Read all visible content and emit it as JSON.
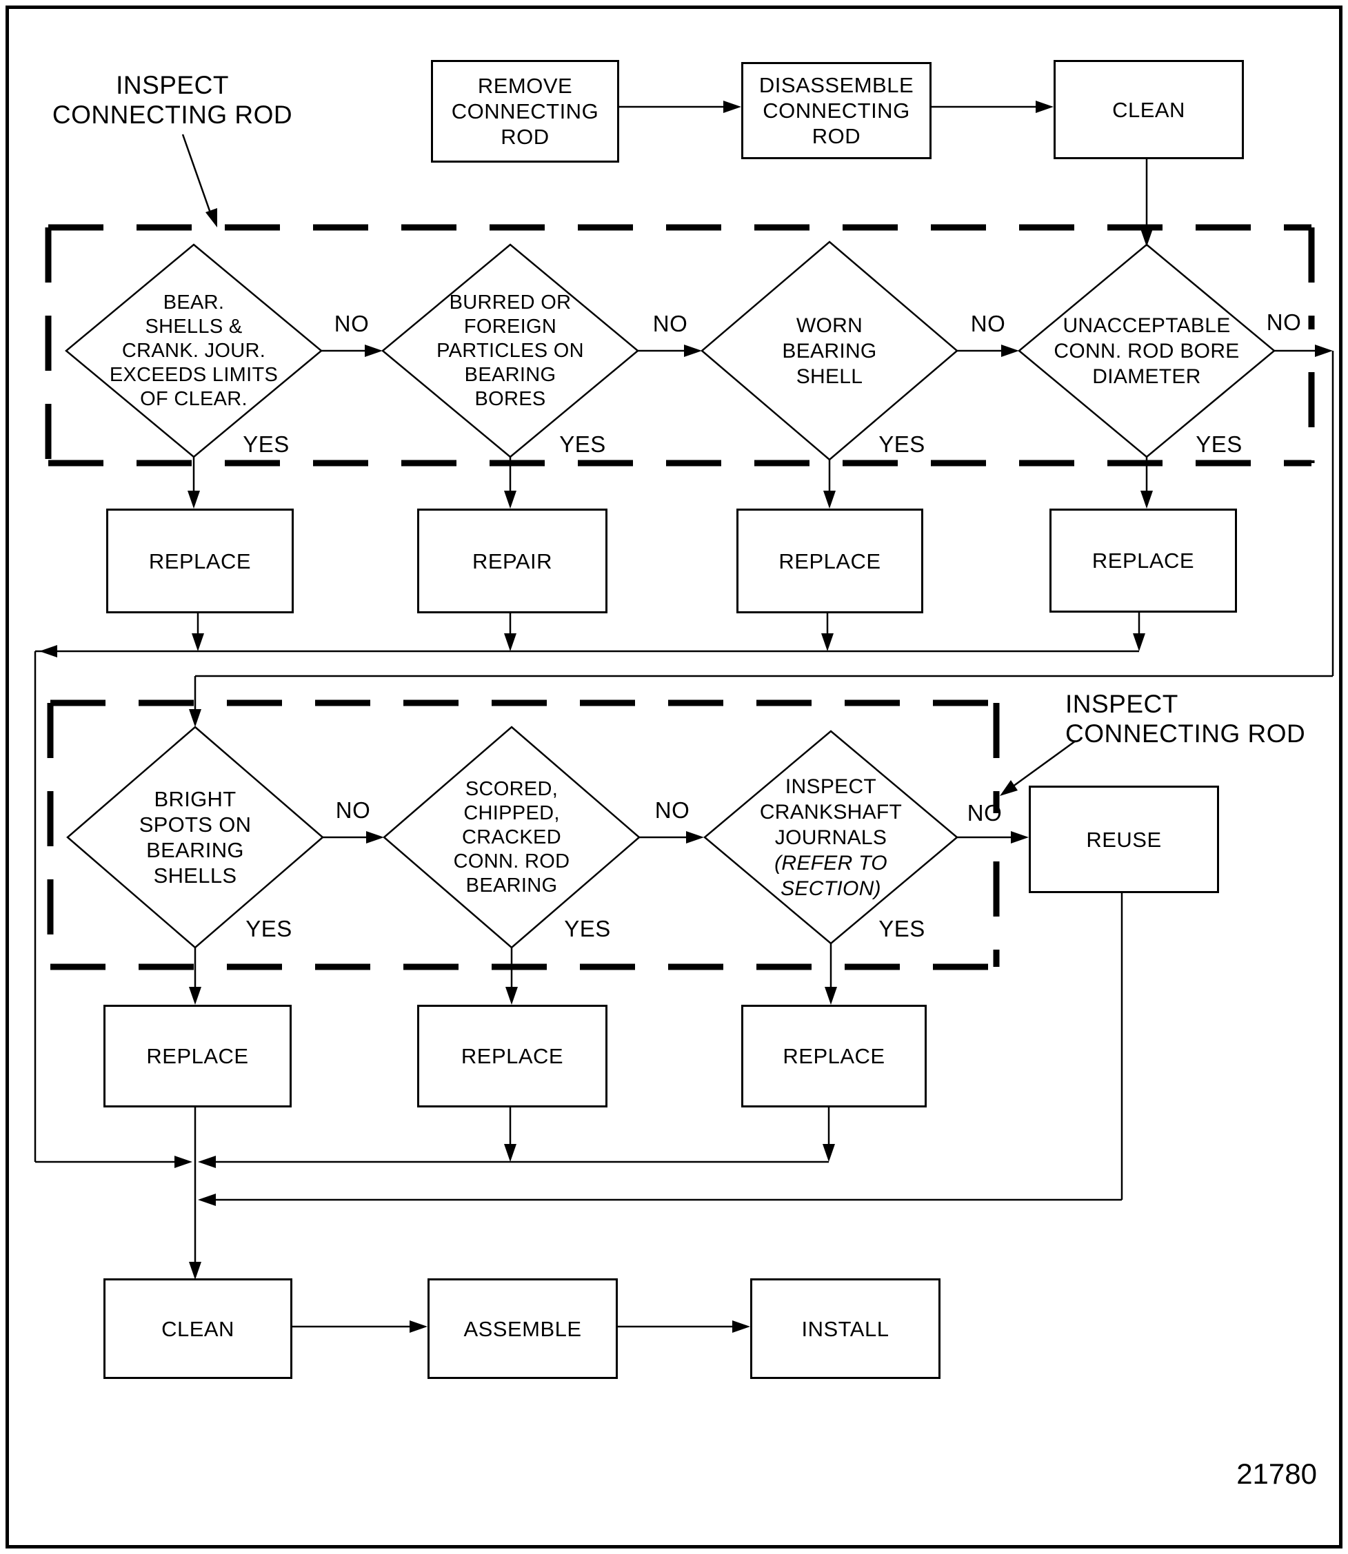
{
  "figure_number": "21780",
  "labels": {
    "no": "NO",
    "yes": "YES",
    "inspect_connecting_rod": "INSPECT\nCONNECTING ROD"
  },
  "top_row": {
    "remove": "REMOVE\nCONNECTING\nROD",
    "disassemble": "DISASSEMBLE\nCONNECTING\nROD",
    "clean": "CLEAN"
  },
  "inspection1": {
    "d1": "BEAR.\nSHELLS &\nCRANK. JOUR.\nEXCEEDS LIMITS\nOF CLEAR.",
    "d2": "BURRED OR\nFOREIGN\nPARTICLES ON\nBEARING\nBORES",
    "d3": "WORN\nBEARING\nSHELL",
    "d4": "UNACCEPTABLE\nCONN. ROD BORE\nDIAMETER",
    "a1": "REPLACE",
    "a2": "REPAIR",
    "a3": "REPLACE",
    "a4": "REPLACE"
  },
  "inspection2": {
    "e1": "BRIGHT\nSPOTS ON\nBEARING\nSHELLS",
    "e2": "SCORED,\nCHIPPED,\nCRACKED\nCONN. ROD\nBEARING",
    "e3": "INSPECT\nCRANKSHAFT\nJOURNALS",
    "e3_italic": "(REFER TO\nSECTION)",
    "b1": "REPLACE",
    "b2": "REPLACE",
    "b3": "REPLACE",
    "reuse": "REUSE"
  },
  "bottom_row": {
    "clean": "CLEAN",
    "assemble": "ASSEMBLE",
    "install": "INSTALL"
  }
}
